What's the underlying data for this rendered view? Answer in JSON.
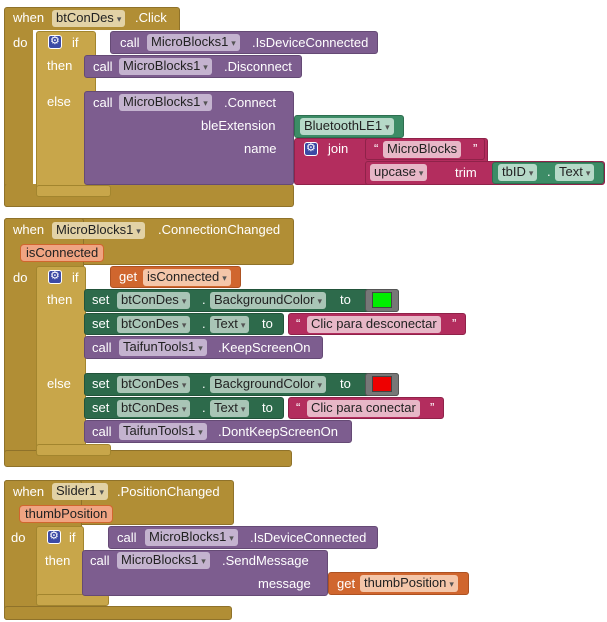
{
  "kw": {
    "when": "when",
    "do": "do",
    "if": "if",
    "then": "then",
    "else": "else",
    "call": "call",
    "set": "set",
    "get": "get",
    "to": "to",
    "join": "join",
    "upcase": "upcase",
    "trim": "trim",
    "quote_open": "“",
    "quote_close": "”",
    "dot": ".",
    "arrow": "▾"
  },
  "blocks": {
    "click": {
      "component": "btConDes",
      "event": ".Click",
      "if_component": "MicroBlocks1",
      "if_method": ".IsDeviceConnected",
      "then_component": "MicroBlocks1",
      "then_method": ".Disconnect",
      "else_component": "MicroBlocks1",
      "else_method": ".Connect",
      "arg1_name": "bleExtension",
      "arg1_value": "BluetoothLE1",
      "arg2_name": "name",
      "arg2_text": "MicroBlocks",
      "tb_component": "tbID",
      "tb_property": "Text"
    },
    "connection": {
      "component": "MicroBlocks1",
      "event": ".ConnectionChanged",
      "param": "isConnected",
      "cond_var": "isConnected",
      "then_rows": [
        {
          "component": "btConDes",
          "property": "BackgroundColor",
          "color": "#00ee00"
        },
        {
          "component": "btConDes",
          "property": "Text",
          "text": "Clic para desconectar"
        },
        {
          "component": "TaifunTools1",
          "method": ".KeepScreenOn"
        }
      ],
      "else_rows": [
        {
          "component": "btConDes",
          "property": "BackgroundColor",
          "color": "#ee0000"
        },
        {
          "component": "btConDes",
          "property": "Text",
          "text": "Clic para conectar"
        },
        {
          "component": "TaifunTools1",
          "method": ".DontKeepScreenOn"
        }
      ]
    },
    "slider": {
      "component": "Slider1",
      "event": ".PositionChanged",
      "param": "thumbPosition",
      "if_component": "MicroBlocks1",
      "if_method": ".IsDeviceConnected",
      "then_component": "MicroBlocks1",
      "then_method": ".SendMessage",
      "arg_name": "message",
      "get_var": "thumbPosition"
    }
  }
}
